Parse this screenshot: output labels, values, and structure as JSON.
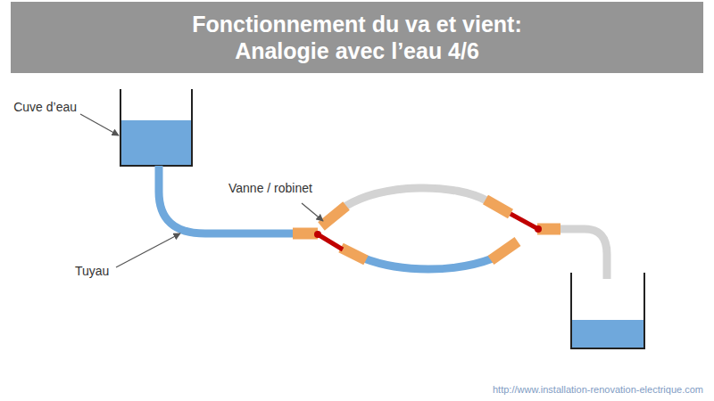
{
  "diagram": {
    "title": "Fonctionnement du va et vient: Analogie avec l’eau 4/6",
    "labels": [
      "Cuve d’eau",
      "Vanne / robinet",
      "Tuyau",
      "http://www.installation-renovation-electrique.com"
    ]
  }
}
